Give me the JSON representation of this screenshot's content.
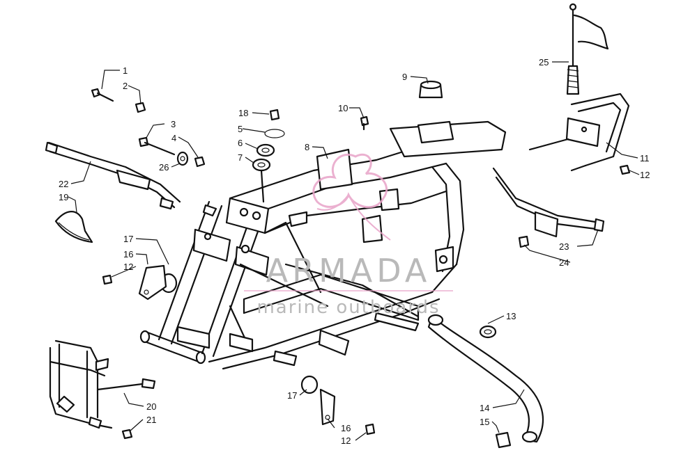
{
  "callouts": [
    "1",
    "2",
    "3",
    "4",
    "26",
    "18",
    "5",
    "6",
    "7",
    "8",
    "9",
    "10",
    "25",
    "11",
    "12",
    "22",
    "19",
    "17",
    "16",
    "12",
    "23",
    "24",
    "13",
    "14",
    "15",
    "17",
    "16",
    "12",
    "20",
    "21"
  ],
  "watermark": {
    "brand": "ARMADA",
    "tagline": "marine outboards",
    "logo_color": "#e8a3c8",
    "text_color": "#b9b9b9"
  },
  "colors": {
    "line": "#111111",
    "background": "#ffffff"
  }
}
